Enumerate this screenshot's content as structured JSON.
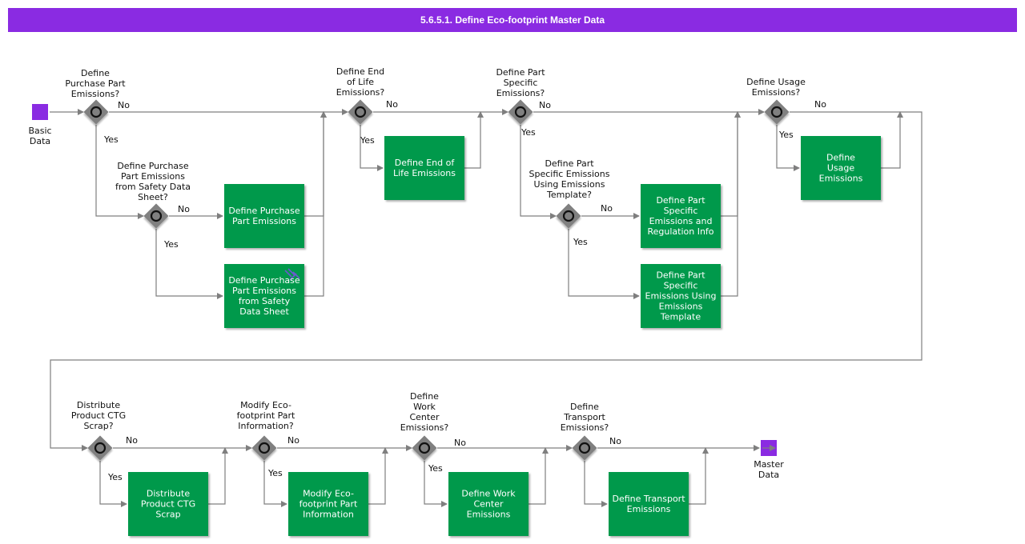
{
  "title": "5.6.5.1. Define Eco-footprint Master Data",
  "colors": {
    "title_bg": "#8a2be2",
    "activity": "#00994c",
    "event": "#8a2be2",
    "gateway": "#808080",
    "line": "#7f7f7f"
  },
  "start_event": {
    "label": "Basic\nData"
  },
  "end_event": {
    "label": "Master\nData"
  },
  "gateways": [
    {
      "id": "g1",
      "question": "Define\nPurchase Part\nEmissions?",
      "yes": "Yes",
      "no": "No"
    },
    {
      "id": "g2",
      "question": "Define Purchase\nPart Emissions\nfrom Safety Data\nSheet?",
      "yes": "Yes",
      "no": "No"
    },
    {
      "id": "g3",
      "question": "Define End\nof Life\nEmissions?",
      "yes": "Yes",
      "no": "No"
    },
    {
      "id": "g4",
      "question": "Define Part\nSpecific\nEmissions?",
      "yes": "Yes",
      "no": "No"
    },
    {
      "id": "g5",
      "question": "Define Part\nSpecific Emissions\nUsing Emissions\nTemplate?",
      "yes": "Yes",
      "no": "No"
    },
    {
      "id": "g6",
      "question": "Define Usage\nEmissions?",
      "yes": "Yes",
      "no": "No"
    },
    {
      "id": "g7",
      "question": "Distribute\nProduct CTG\nScrap?",
      "yes": "Yes",
      "no": "No"
    },
    {
      "id": "g8",
      "question": "Modify Eco-\nfootprint Part\nInformation?",
      "yes": "Yes",
      "no": "No"
    },
    {
      "id": "g9",
      "question": "Define\nWork\nCenter\nEmissions?",
      "yes": "Yes",
      "no": "No"
    },
    {
      "id": "g10",
      "question": "Define\nTransport\nEmissions?",
      "yes": "Yes",
      "no": "No"
    }
  ],
  "activities": [
    {
      "id": "a1",
      "label": "Define Purchase\nPart Emissions"
    },
    {
      "id": "a2",
      "label": "Define Purchase\nPart Emissions\nfrom Safety\nData Sheet",
      "link_icon": "link-icon"
    },
    {
      "id": "a3",
      "label": "Define End of\nLife Emissions"
    },
    {
      "id": "a4",
      "label": "Define Part\nSpecific\nEmissions and\nRegulation Info"
    },
    {
      "id": "a5",
      "label": "Define Part\nSpecific\nEmissions Using\nEmissions\nTemplate"
    },
    {
      "id": "a6",
      "label": "Define\nUsage\nEmissions"
    },
    {
      "id": "a7",
      "label": "Distribute\nProduct CTG\nScrap"
    },
    {
      "id": "a8",
      "label": "Modify Eco-\nfootprint Part\nInformation"
    },
    {
      "id": "a9",
      "label": "Define Work\nCenter\nEmissions"
    },
    {
      "id": "a10",
      "label": "Define Transport\nEmissions"
    }
  ]
}
